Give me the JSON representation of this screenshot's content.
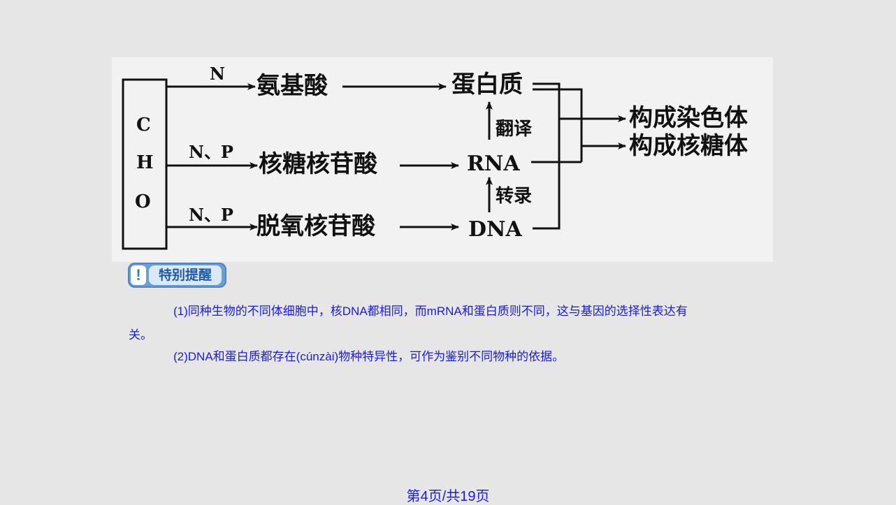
{
  "diagram": {
    "elements": [
      "C",
      "H",
      "O"
    ],
    "arrow_labels": {
      "top": "N",
      "mid": "N、P",
      "bot": "N、P"
    },
    "monomers": {
      "amino_acid": "氨基酸",
      "ribonucleotide": "核糖核苷酸",
      "deoxyribonucleotide": "脱氧核苷酸"
    },
    "polymers": {
      "protein": "蛋白质",
      "rna": "RNA",
      "dna": "DNA"
    },
    "processes": {
      "translation": "翻译",
      "transcription": "转录"
    },
    "outputs": {
      "chromosome": "构成染色体",
      "ribosome": "构成核糖体"
    }
  },
  "tip": {
    "label": "特别提醒",
    "icon": "exclamation-icon"
  },
  "paragraphs": {
    "p1_line1": "(1)同种生物的不同体细胞中，核DNA都相同，而mRNA和蛋白质则不同，这与基因的选择性表达有",
    "p1_line2": "关。",
    "p2": "(2)DNA和蛋白质都存在(cúnzài)物种特异性，可作为鉴别不同物种的依据。"
  },
  "footer": {
    "page": "第4页/共19页"
  }
}
